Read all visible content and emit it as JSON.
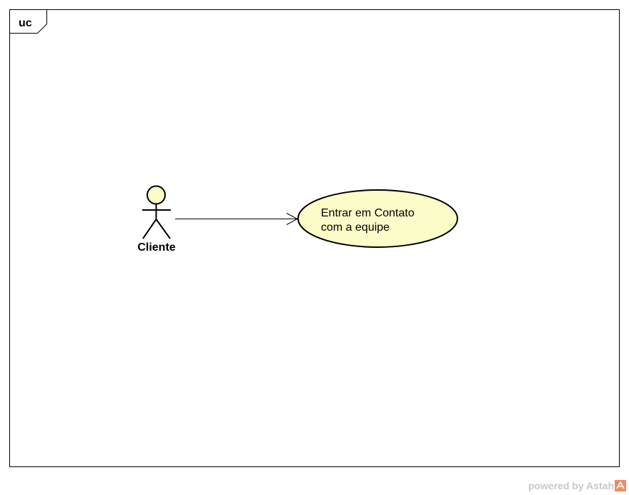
{
  "frame": {
    "label": "uc"
  },
  "actor": {
    "name": "Cliente"
  },
  "use_case": {
    "line1": "Entrar em Contato",
    "line2": "com a equipe"
  },
  "watermark": {
    "text": "powered by Astah"
  },
  "colors": {
    "use_case_fill": "#fcfcc8",
    "actor_head_fill": "#fcfcc8",
    "stroke": "#000000",
    "watermark_text": "#c8c8c8",
    "watermark_logo": "#f08c64"
  }
}
